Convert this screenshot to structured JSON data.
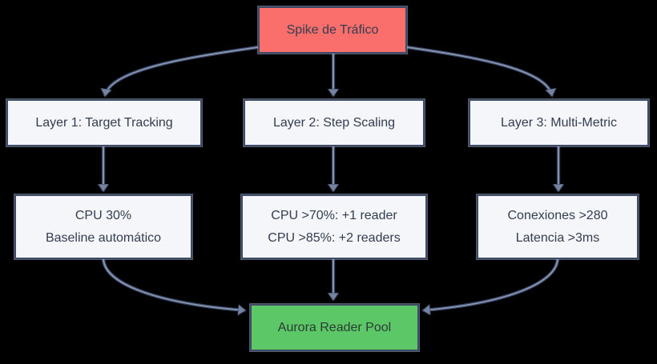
{
  "diagram": {
    "background": "#000000",
    "nodes": {
      "spike": {
        "label": "Spike de Tráfico",
        "fill": "#fa6e6b"
      },
      "layer1": {
        "label": "Layer 1: Target Tracking",
        "fill": "#f4f6f9"
      },
      "layer2": {
        "label": "Layer 2: Step Scaling",
        "fill": "#f4f6f9"
      },
      "layer3": {
        "label": "Layer 3: Multi-Metric",
        "fill": "#f4f6f9"
      },
      "detail1": {
        "line1": "CPU 30%",
        "line2": "Baseline automático",
        "fill": "#f4f6f9"
      },
      "detail2": {
        "line1": "CPU >70%: +1 reader",
        "line2": "CPU >85%: +2 readers",
        "fill": "#f4f6f9"
      },
      "detail3": {
        "line1": "Conexiones >280",
        "line2": "Latencia >3ms",
        "fill": "#f4f6f9"
      },
      "aurora": {
        "label": "Aurora Reader Pool",
        "fill": "#5cc767"
      }
    },
    "edges": [
      {
        "from": "spike",
        "to": "layer1"
      },
      {
        "from": "spike",
        "to": "layer2"
      },
      {
        "from": "spike",
        "to": "layer3"
      },
      {
        "from": "layer1",
        "to": "detail1"
      },
      {
        "from": "layer2",
        "to": "detail2"
      },
      {
        "from": "layer3",
        "to": "detail3"
      },
      {
        "from": "detail1",
        "to": "aurora"
      },
      {
        "from": "detail2",
        "to": "aurora"
      },
      {
        "from": "detail3",
        "to": "aurora"
      }
    ],
    "colors": {
      "node_border": "#3e4a66",
      "node_text": "#333d51",
      "arrow_line": "#8593b0",
      "arrow_outline": "#323e59",
      "arrowhead_fill": "#76839e"
    }
  }
}
